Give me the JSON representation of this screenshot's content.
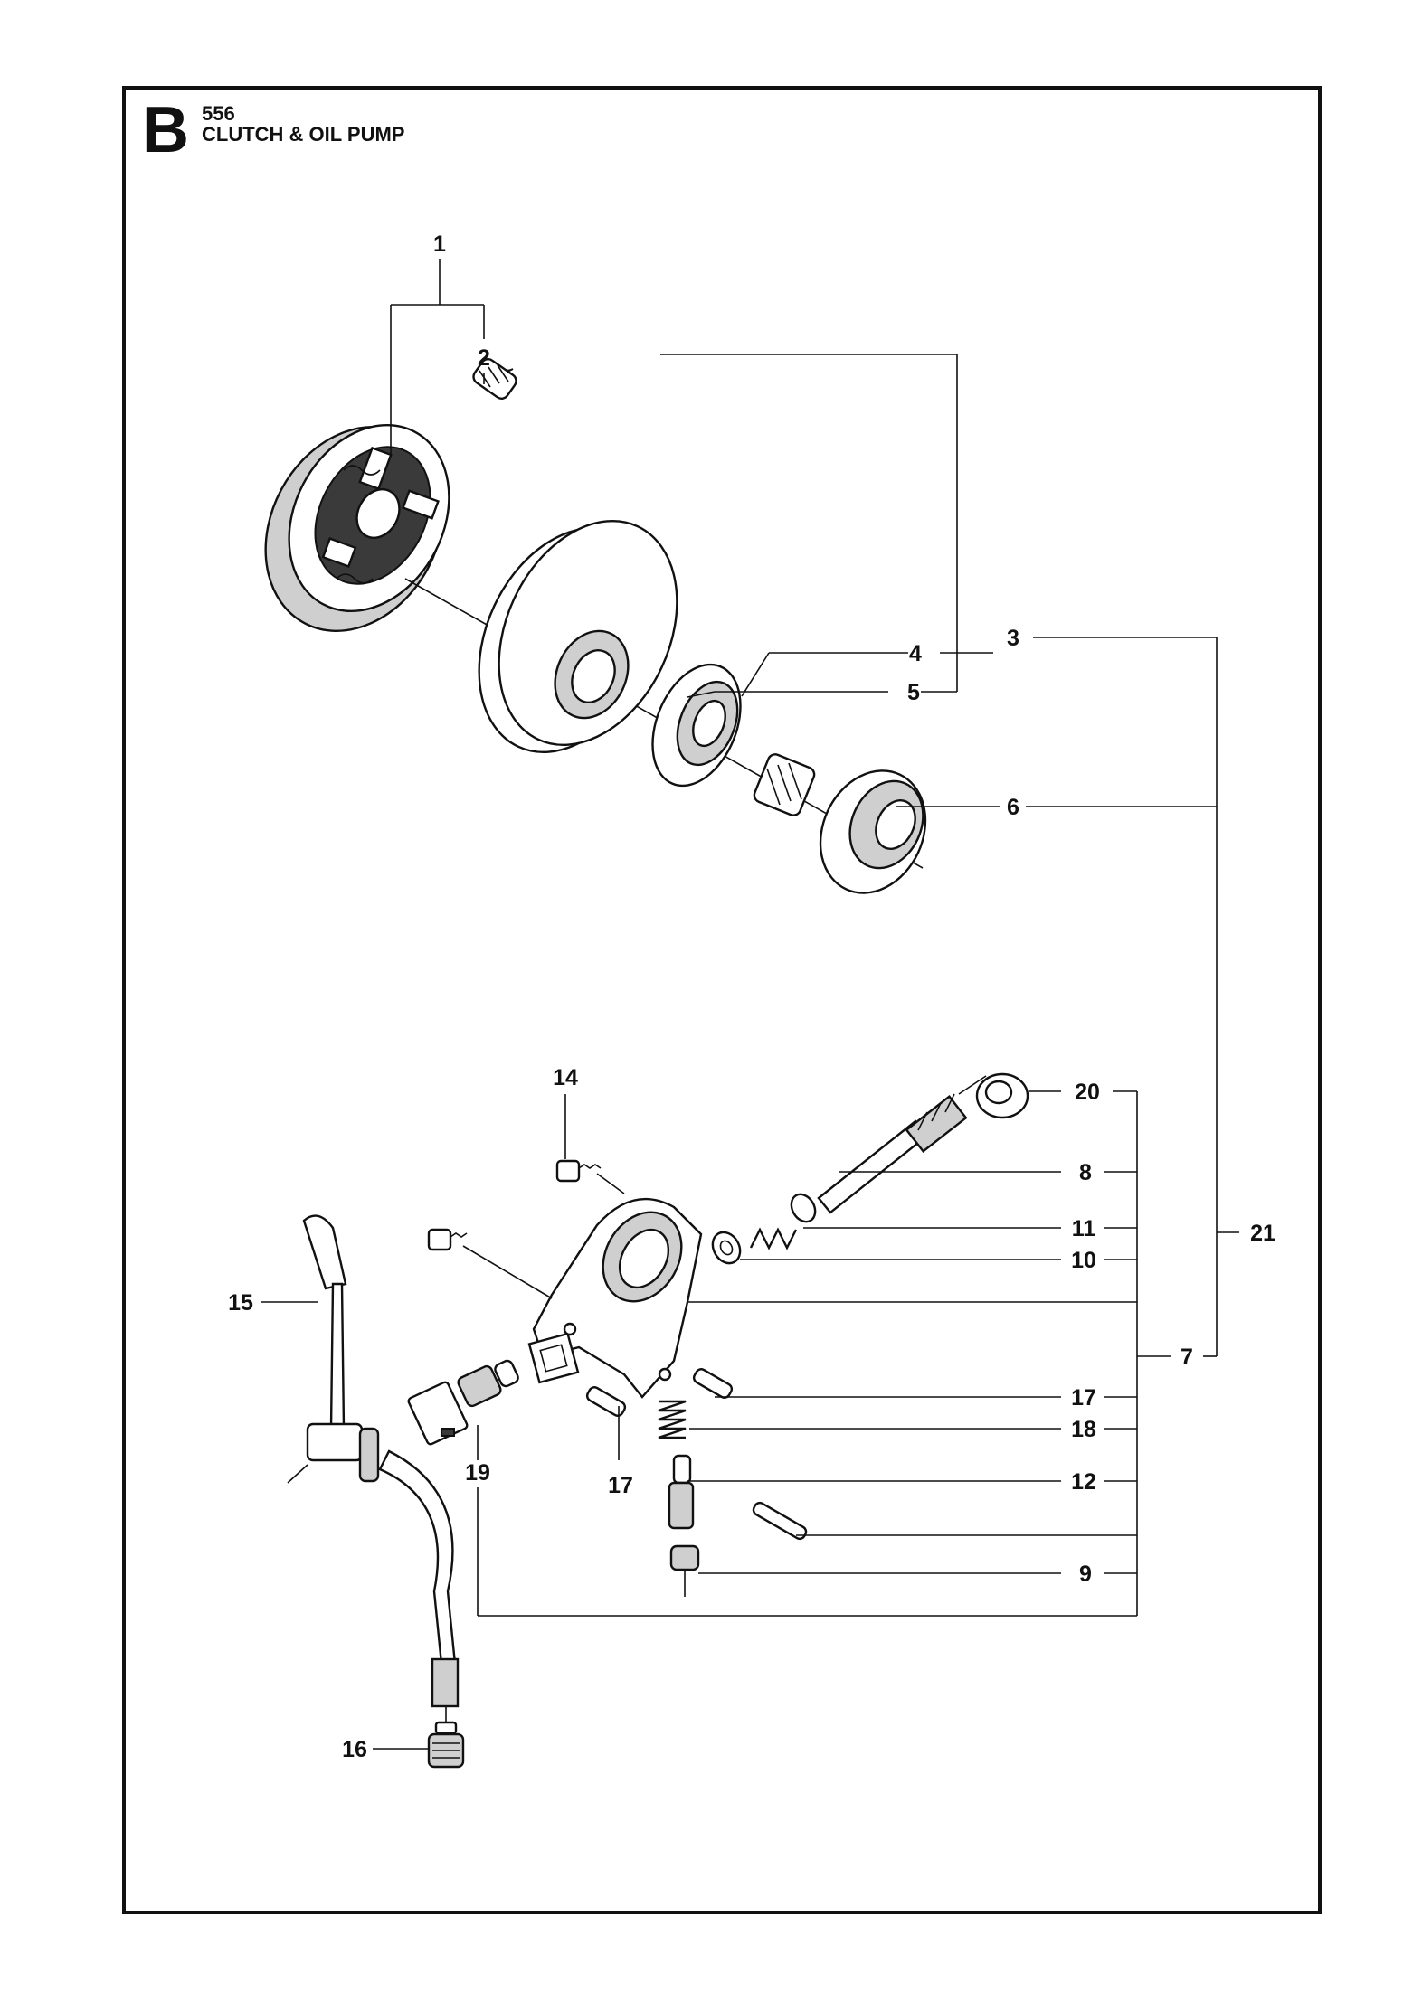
{
  "header": {
    "section_letter": "B",
    "model": "556",
    "title": "CLUTCH & OIL PUMP"
  },
  "callouts": {
    "c1": "1",
    "c2": "2",
    "c3": "3",
    "c4": "4",
    "c5": "5",
    "c6": "6",
    "c7": "7",
    "c8": "8",
    "c9": "9",
    "c10": "10",
    "c11": "11",
    "c12": "12",
    "c14": "14",
    "c15": "15",
    "c16": "16",
    "c17a": "17",
    "c17b": "17",
    "c18": "18",
    "c19": "19",
    "c20": "20",
    "c21": "21"
  }
}
